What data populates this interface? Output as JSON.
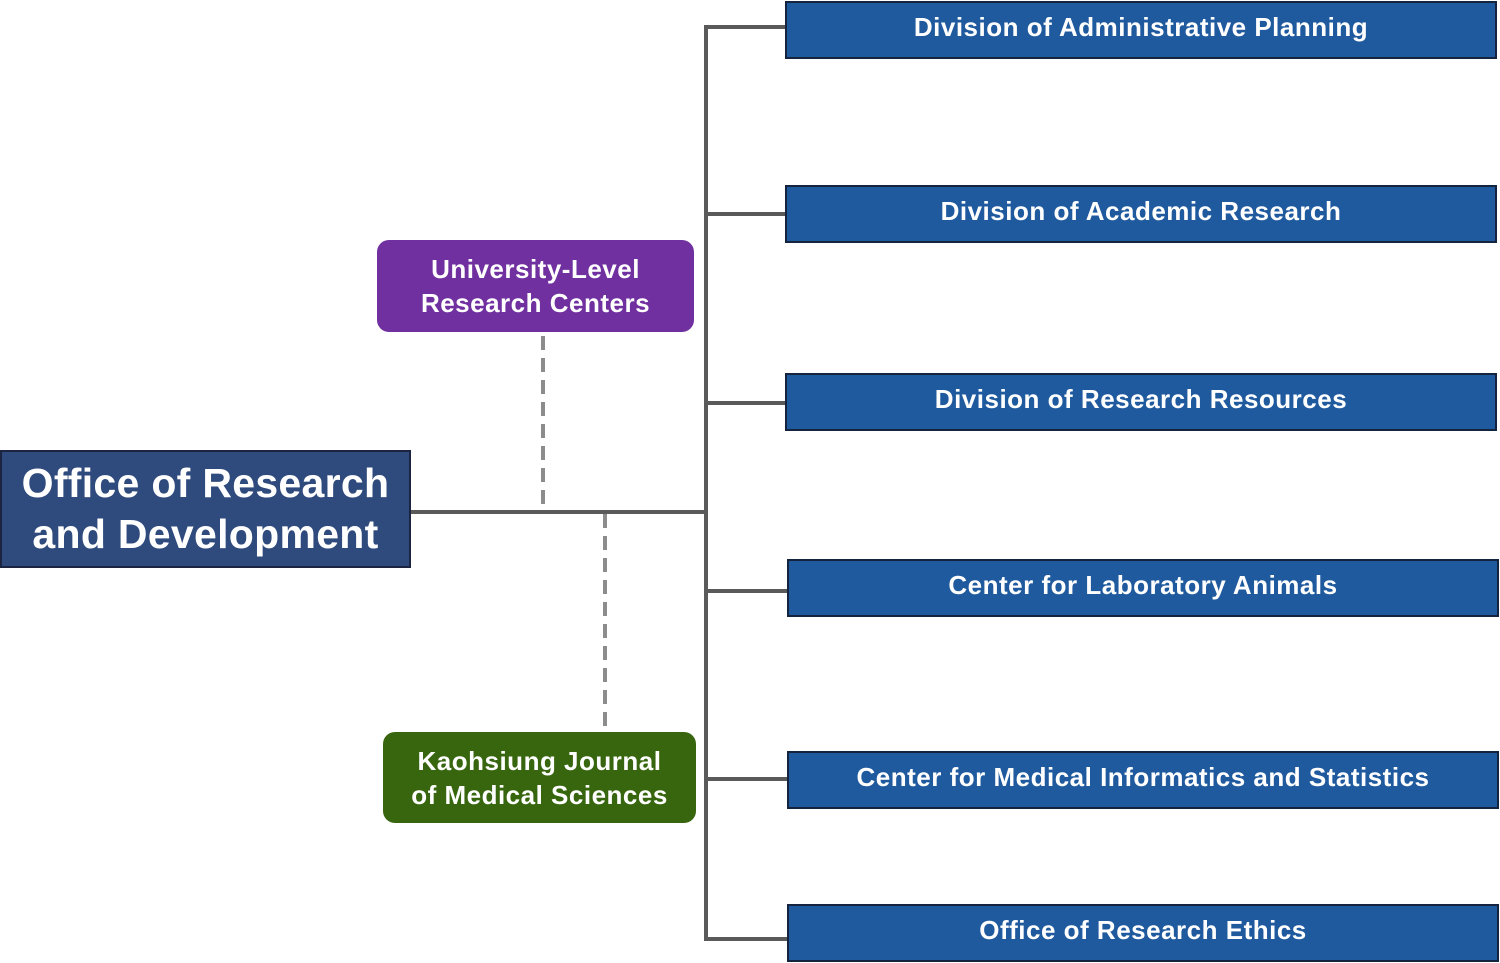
{
  "root": {
    "line1": "Office of Research",
    "line2": "and Development"
  },
  "side_nodes": {
    "research_centers": {
      "line1": "University-Level",
      "line2": "Research Centers"
    },
    "journal": {
      "line1": "Kaohsiung Journal",
      "line2": "of Medical Sciences"
    }
  },
  "units": [
    {
      "label": "Division of Administrative Planning"
    },
    {
      "label": "Division of Academic Research"
    },
    {
      "label": "Division of Research Resources"
    },
    {
      "label": "Center for Laboratory Animals"
    },
    {
      "label": "Center for Medical Informatics and Statistics"
    },
    {
      "label": "Office of Research Ethics"
    }
  ],
  "colors": {
    "root": "#2f4a7d",
    "units": "#1f5a9e",
    "research_centers": "#7030a0",
    "journal": "#38660f",
    "connector": "#5a5a5a",
    "dashed_connector": "#8c8c8c"
  }
}
